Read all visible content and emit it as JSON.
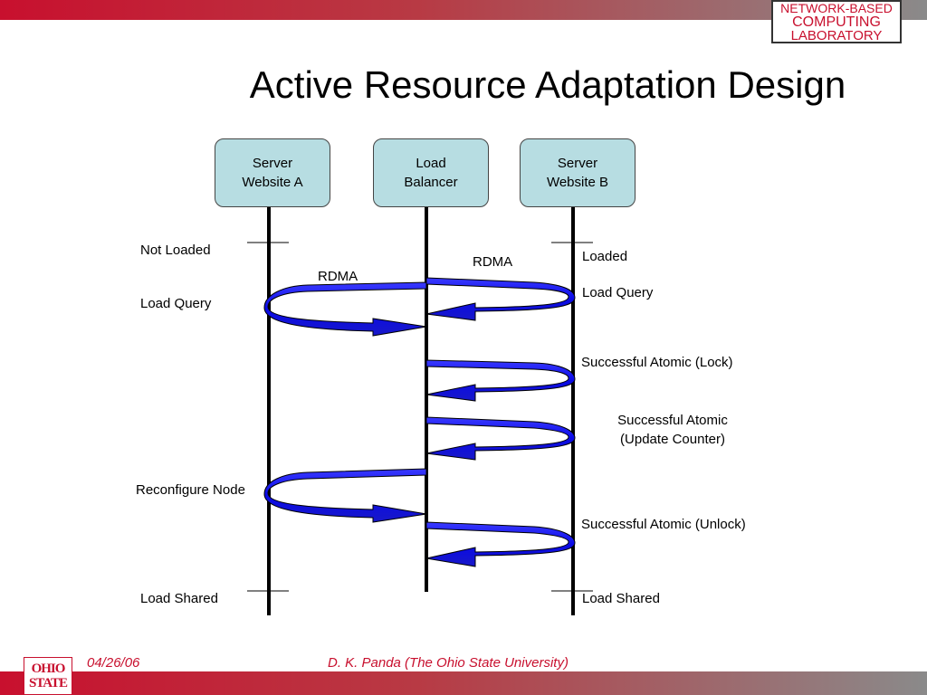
{
  "header": {
    "lab_logo": [
      "NETWORK-BASED",
      "COMPUTING",
      "LABORATORY"
    ],
    "title": "Active Resource Adaptation Design"
  },
  "entities": {
    "server_a": [
      "Server",
      "Website A"
    ],
    "load_balancer": [
      "Load",
      "Balancer"
    ],
    "server_b": [
      "Server",
      "Website B"
    ]
  },
  "labels": {
    "not_loaded": "Not Loaded",
    "load_query_a": "Load Query",
    "rdma_left": "RDMA",
    "rdma_right": "RDMA",
    "loaded": "Loaded",
    "load_query_b": "Load Query",
    "atomic_lock": "Successful Atomic (Lock)",
    "atomic_update": [
      "Successful Atomic",
      "(Update Counter)"
    ],
    "reconfigure": "Reconfigure Node",
    "atomic_unlock": "Successful Atomic (Unlock)",
    "load_shared_a": "Load Shared",
    "load_shared_b": "Load Shared"
  },
  "footer": {
    "date": "04/26/06",
    "author": "D. K. Panda (The Ohio State University)",
    "osu_logo": [
      "OHIO",
      "STATE"
    ]
  },
  "colors": {
    "accent": "#c8102e",
    "box_fill": "#b7dde2",
    "arrow_fill": "#1010e0"
  },
  "icons": {
    "arrow": "curved-arrow-icon"
  }
}
